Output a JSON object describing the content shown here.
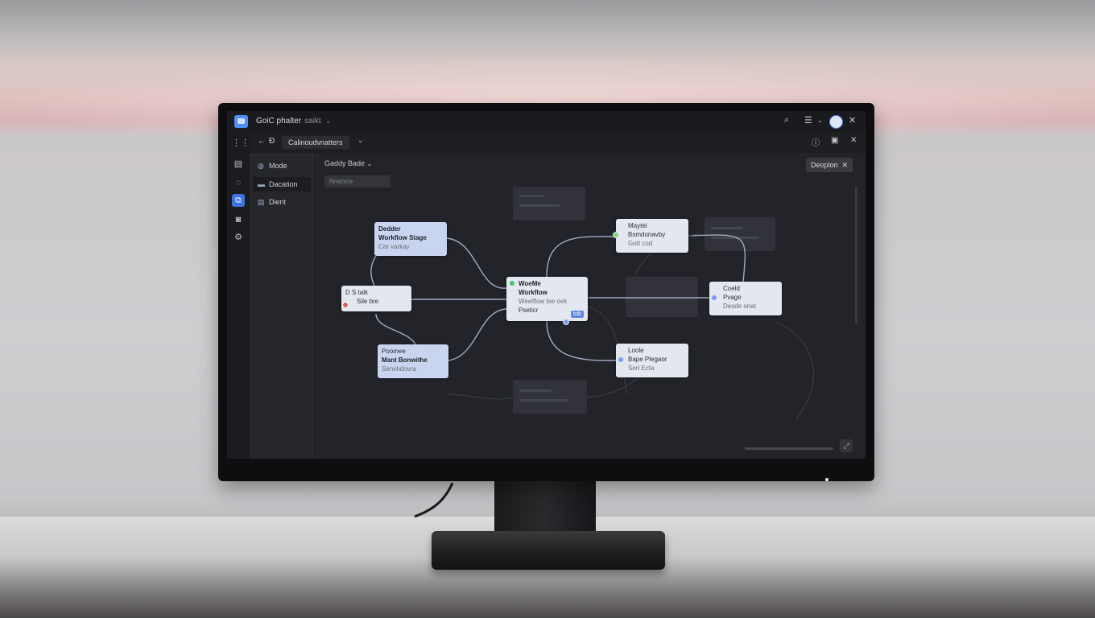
{
  "app": {
    "title": "GoiC phalter",
    "subtitle": "saikt"
  },
  "toolbar": {
    "back": "←",
    "nav": "Đ",
    "breadcrumb": "Calinoudvnatters"
  },
  "nav": {
    "items": [
      {
        "label": "Mode"
      },
      {
        "label": "Dacation"
      },
      {
        "label": "Dient"
      }
    ]
  },
  "canvas": {
    "header": "Gaddy Bade",
    "search_placeholder": "Nnenice",
    "panel_button": "Deoplon",
    "nodes": {
      "n1": {
        "l1": "Dedder",
        "l2": "Workflow Stage",
        "l3": "Car varkay"
      },
      "n2": {
        "l1": "D  S talk",
        "l2": "Sile bre"
      },
      "n3": {
        "l1": "Poomee",
        "l2": "Mant Bonwithe",
        "l3": "Senvhdovra"
      },
      "n4": {
        "l1": "WoeMe",
        "l2": "Workflow",
        "l3": "Weelflow bie oek",
        "l4": "Pseticr",
        "badge": "tob"
      },
      "n5": {
        "l1": "Maytei",
        "l2": "Bsmdonavby",
        "l3": "Gott cod"
      },
      "n6": {
        "l1": "Coeld",
        "l2": "Pvage",
        "l3": "Desde onat"
      },
      "n7": {
        "l1": "Loole",
        "l2": "Bape Plegaor",
        "l3": "Seri Ecta"
      }
    }
  },
  "colors": {
    "accent": "#3d73e0",
    "node": "#e3e7f0",
    "canvas": "#23242a"
  }
}
